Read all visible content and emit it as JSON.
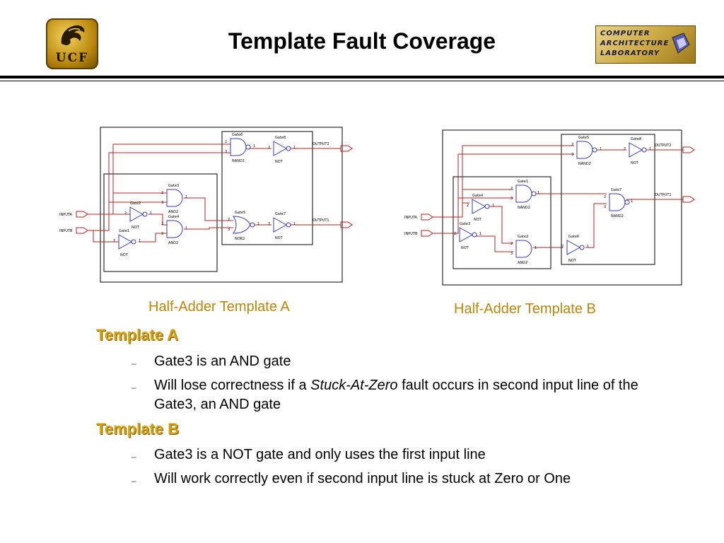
{
  "header": {
    "title": "Template Fault Coverage",
    "ucf_logo_text": "UCF",
    "cal_logo_lines": [
      "COMPUTER",
      "ARCHITECTURE",
      "LABORATORY"
    ]
  },
  "diagram_a": {
    "caption": "Half-Adder Template A",
    "inputs": [
      "INPUTA",
      "INPUTB"
    ],
    "outputs": [
      "OUTPUT2",
      "OUTPUT1"
    ],
    "gates": [
      {
        "name": "Gate6",
        "type": "NAND2"
      },
      {
        "name": "Gate8",
        "type": "NOT"
      },
      {
        "name": "Gate3",
        "type": "AND2"
      },
      {
        "name": "Gate2",
        "type": "NOT"
      },
      {
        "name": "Gate1",
        "type": "NOT"
      },
      {
        "name": "Gate4",
        "type": "AND2"
      },
      {
        "name": "Gate5",
        "type": "NOR2"
      },
      {
        "name": "Gate7",
        "type": "NOT"
      }
    ],
    "pins": [
      "1",
      "2",
      "3"
    ]
  },
  "diagram_b": {
    "caption": "Half-Adder Template B",
    "inputs": [
      "INPUTA",
      "INPUTB"
    ],
    "outputs": [
      "OUTPUT2",
      "OUTPUT1"
    ],
    "gates": [
      {
        "name": "Gate5",
        "type": "NAND2"
      },
      {
        "name": "Gate8",
        "type": "NOT"
      },
      {
        "name": "Gate4",
        "type": "NOT"
      },
      {
        "name": "Gate1",
        "type": "NAND2"
      },
      {
        "name": "Gate7",
        "type": "NAND2"
      },
      {
        "name": "Gate3",
        "type": "NOT"
      },
      {
        "name": "Gate2",
        "type": "AND2"
      },
      {
        "name": "Gate6",
        "type": "NOT"
      }
    ],
    "pins": [
      "1",
      "2",
      "3"
    ]
  },
  "content": {
    "template_a": {
      "heading": "Template A",
      "bullets": [
        {
          "text": "Gate3 is an AND gate"
        },
        {
          "pre": "Will lose correctness if a ",
          "em": "Stuck-At-Zero",
          "post": " fault occurs in second input line of the Gate3, an AND gate"
        }
      ]
    },
    "template_b": {
      "heading": "Template B",
      "bullets": [
        {
          "text": "Gate3 is a NOT gate and only uses the first input line"
        },
        {
          "text": "Will work correctly even if second input line is stuck at Zero or One"
        }
      ]
    },
    "bullet_marker": "–"
  },
  "colors": {
    "title_text": "#000000",
    "caption": "#b8860b",
    "heading": "#d4a20a",
    "wire": "#b02020",
    "gate": "#3a3ab0"
  }
}
